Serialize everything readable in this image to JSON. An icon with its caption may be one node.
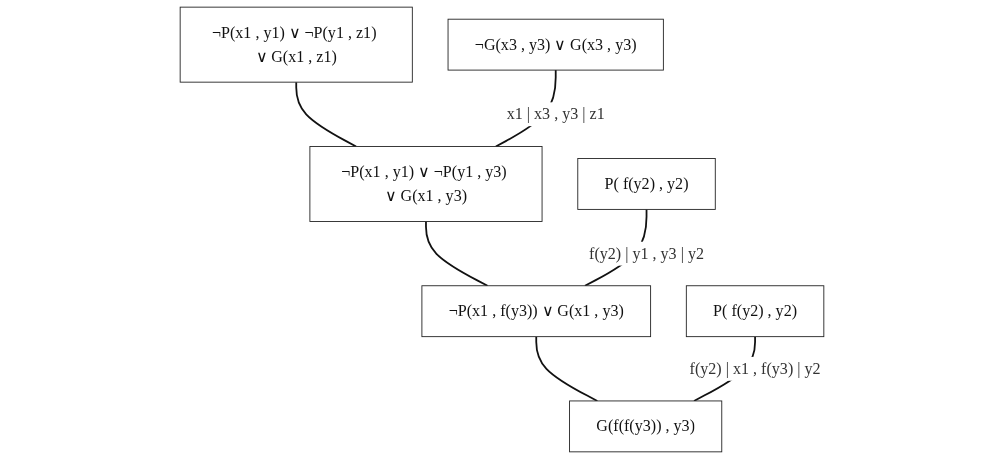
{
  "diagram": {
    "nodes": [
      {
        "text": [
          "¬P(x1 , y1) ∨ ¬P(y1 , z1) ∨ G(x1 , z1)"
        ]
      },
      {
        "text": [
          "¬G(x3 , y3) ∨ G(x3 , y3)"
        ]
      },
      {
        "text": [
          "¬P(x1 , y1) ∨ ¬P(y1 , y3) ∨ G(x1 , y3)"
        ]
      },
      {
        "text": [
          "P( f(y2) , y2)"
        ]
      },
      {
        "text": [
          "¬P(x1 , f(y3)) ∨ G(x1 , y3)"
        ]
      },
      {
        "text": [
          "P( f(y2) , y2)"
        ]
      },
      {
        "text": [
          "G(f(f(y3)) , y3)"
        ]
      }
    ],
    "edges": [
      {
        "from": 0,
        "to": 2,
        "arrow": "none"
      },
      {
        "from": 1,
        "to": 2,
        "arrow": "none",
        "label": "x1 | x3 , y3 | z1"
      },
      {
        "from": 2,
        "to": 4,
        "arrow": "none"
      },
      {
        "from": 3,
        "to": 4,
        "arrow": "none",
        "label": "f(y2) | y1 , y3 | y2"
      },
      {
        "from": 4,
        "to": 6,
        "arrow": "none"
      },
      {
        "from": 5,
        "to": 6,
        "arrow": "none",
        "label": "f(y2) | x1 , f(y3) | y2"
      }
    ]
  }
}
